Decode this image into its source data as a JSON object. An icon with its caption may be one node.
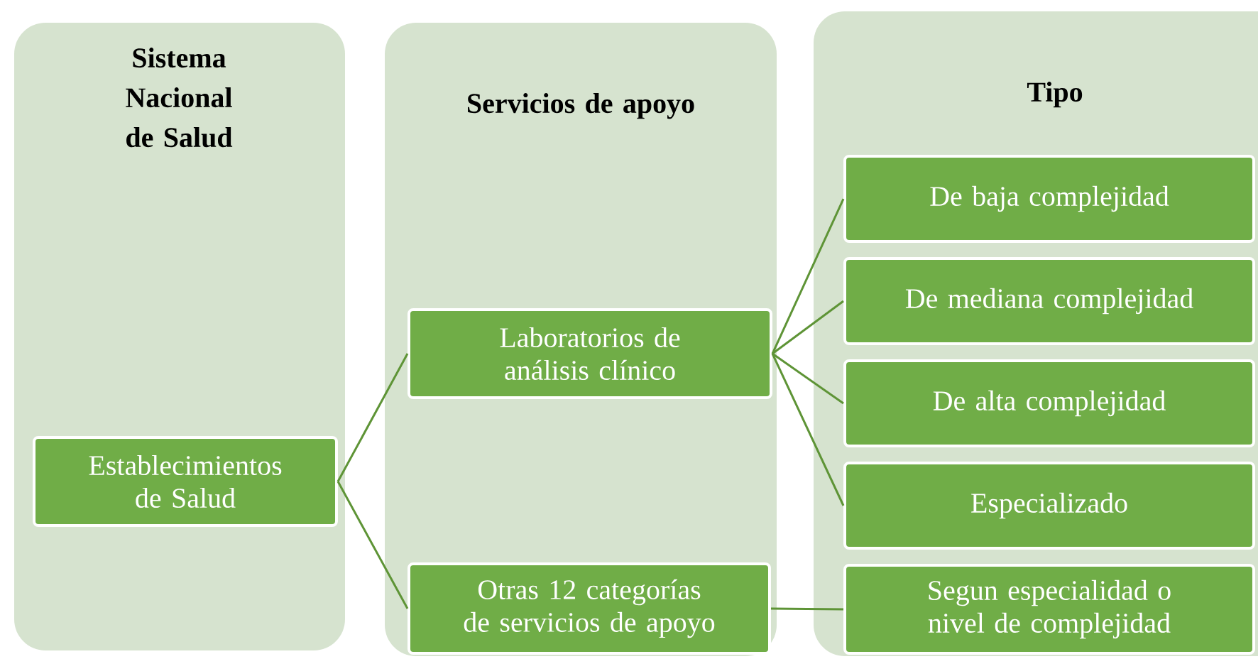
{
  "diagram": {
    "nodes": [
      {
        "text": [
          "Sistema Nacional de Salud"
        ]
      },
      {
        "text": [
          "Servicios de apoyo"
        ]
      },
      {
        "text": [
          "Tipo"
        ]
      },
      {
        "text": [
          "Establecimientos de Salud"
        ],
        "in": 0
      },
      {
        "text": [
          "Laboratorios de análisis clínico"
        ],
        "in": 1
      },
      {
        "text": [
          "Otras 12 categorías de servicios de apoyo"
        ],
        "in": 1
      },
      {
        "text": [
          "De baja complejidad"
        ],
        "in": 2
      },
      {
        "text": [
          "De mediana complejidad"
        ],
        "in": 2
      },
      {
        "text": [
          "De alta complejidad"
        ],
        "in": 2
      },
      {
        "text": [
          "Especializado"
        ],
        "in": 2
      },
      {
        "text": [
          "Segun especialidad o nivel de complejidad"
        ],
        "in": 2
      }
    ],
    "edges": [
      {
        "from": 3,
        "to": 4,
        "arrow": "none"
      },
      {
        "from": 3,
        "to": 5,
        "arrow": "none"
      },
      {
        "from": 4,
        "to": 6,
        "arrow": "none"
      },
      {
        "from": 4,
        "to": 7,
        "arrow": "none"
      },
      {
        "from": 4,
        "to": 8,
        "arrow": "none"
      },
      {
        "from": 4,
        "to": 9,
        "arrow": "none"
      },
      {
        "from": 5,
        "to": 10,
        "arrow": "none"
      }
    ]
  }
}
